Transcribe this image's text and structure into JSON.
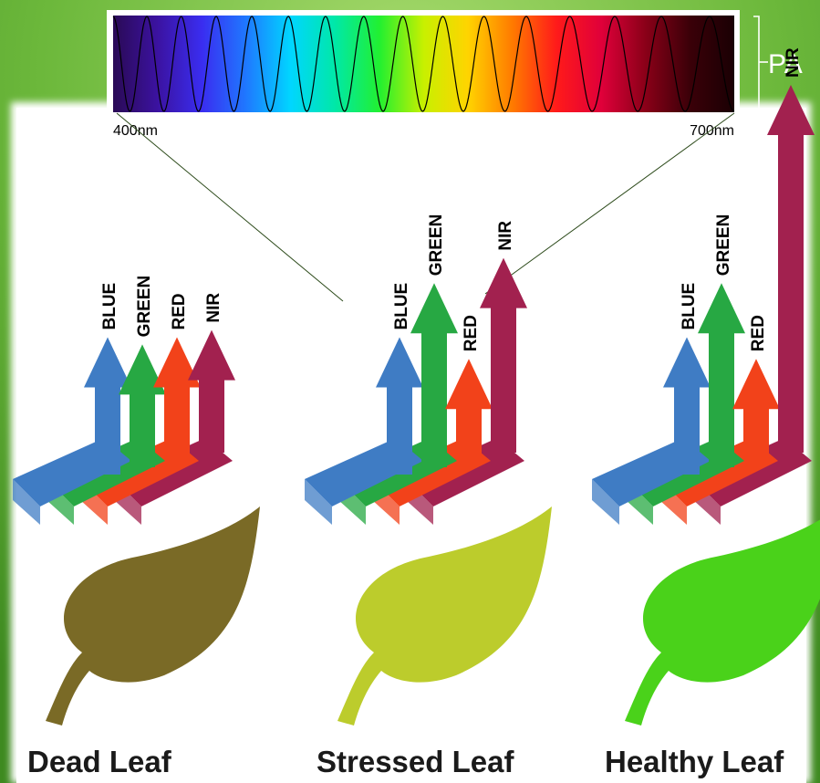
{
  "spectrum": {
    "start_label": "400nm",
    "end_label": "700nm",
    "bracket_label": "PA",
    "colors": [
      "#2a0a55",
      "#3b12a0",
      "#3a2df0",
      "#1f78ff",
      "#00d6ff",
      "#00e8a8",
      "#22f030",
      "#c8f000",
      "#ffd400",
      "#ff7a00",
      "#ff1a1a",
      "#e0003a",
      "#8a0018",
      "#3a0008",
      "#1a0004"
    ]
  },
  "bands": [
    {
      "name": "BLUE",
      "color": "#3f7cc4"
    },
    {
      "name": "GREEN",
      "color": "#27a843"
    },
    {
      "name": "RED",
      "color": "#f2421a"
    },
    {
      "name": "NIR",
      "color": "#a2214f"
    }
  ],
  "leaves": [
    {
      "caption": "Dead Leaf",
      "leaf_color": "#7a6a26",
      "reflectance": {
        "BLUE": 0.3,
        "GREEN": 0.28,
        "RED": 0.3,
        "NIR": 0.32
      }
    },
    {
      "caption": "Stressed Leaf",
      "leaf_color": "#bccc2c",
      "reflectance": {
        "BLUE": 0.3,
        "GREEN": 0.45,
        "RED": 0.24,
        "NIR": 0.52
      }
    },
    {
      "caption": "Healthy Leaf",
      "leaf_color": "#4ad21a",
      "reflectance": {
        "BLUE": 0.3,
        "GREEN": 0.45,
        "RED": 0.24,
        "NIR": 1.0
      }
    }
  ],
  "background_colors": {
    "outer": "#5aa632",
    "outer_light": "#9ed36a",
    "panel": "#ffffff"
  }
}
